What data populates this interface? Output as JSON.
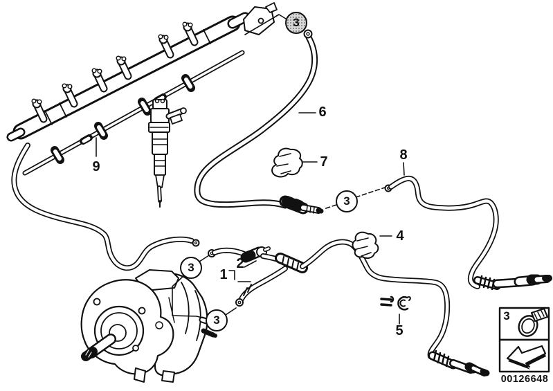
{
  "diagram": {
    "image_id": "00126648",
    "colors": {
      "line": "#111111",
      "background": "#ffffff",
      "shaded_callout": "#d8d8d8"
    },
    "callouts": {
      "c3_top": "3",
      "c3_mid": "3",
      "c3_left": "3",
      "c3_lower": "3",
      "n1": "1",
      "n2": "2",
      "n4": "4",
      "n5": "5",
      "n6": "6",
      "n7": "7",
      "n8": "8",
      "n9": "9"
    },
    "legend": {
      "number": "3",
      "clamp_icon": "hose-clamp-icon",
      "arrow_icon": "direction-arrow-icon"
    }
  }
}
